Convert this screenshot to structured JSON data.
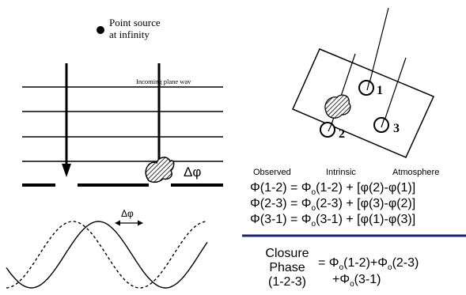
{
  "left_panel": {
    "source_label_line1": "Point source",
    "source_label_line2": "at infinity",
    "wave_label": "Incoming plane wav",
    "delta_phi_label": "Δφ",
    "wave_delta_phi_label": "Δφ"
  },
  "right_panel": {
    "aperture_labels": [
      "1",
      "2",
      "3"
    ],
    "column_headers": [
      "Observed",
      "Intrinsic",
      "Atmosphere"
    ],
    "equations": [
      {
        "lhs": "Φ(1-2)",
        "intrinsic_pair": "(1-2)",
        "atmosphere": "[φ(2)-φ(1)]"
      },
      {
        "lhs": "Φ(2-3)",
        "intrinsic_pair": "(2-3)",
        "atmosphere": "[φ(3)-φ(2)]"
      },
      {
        "lhs": "Φ(3-1)",
        "intrinsic_pair": "(3-1)",
        "atmosphere": "[φ(1)-φ(3)]"
      }
    ],
    "closure_label_line1": "Closure",
    "closure_label_line2": "Phase",
    "closure_label_line3": "(1-2-3)",
    "closure_terms_line1": [
      "(1-2)",
      "(2-3)"
    ],
    "closure_terms_line2": [
      "(3-1)"
    ]
  },
  "colors": {
    "ink": "#000000",
    "divider": "#1a237e"
  }
}
